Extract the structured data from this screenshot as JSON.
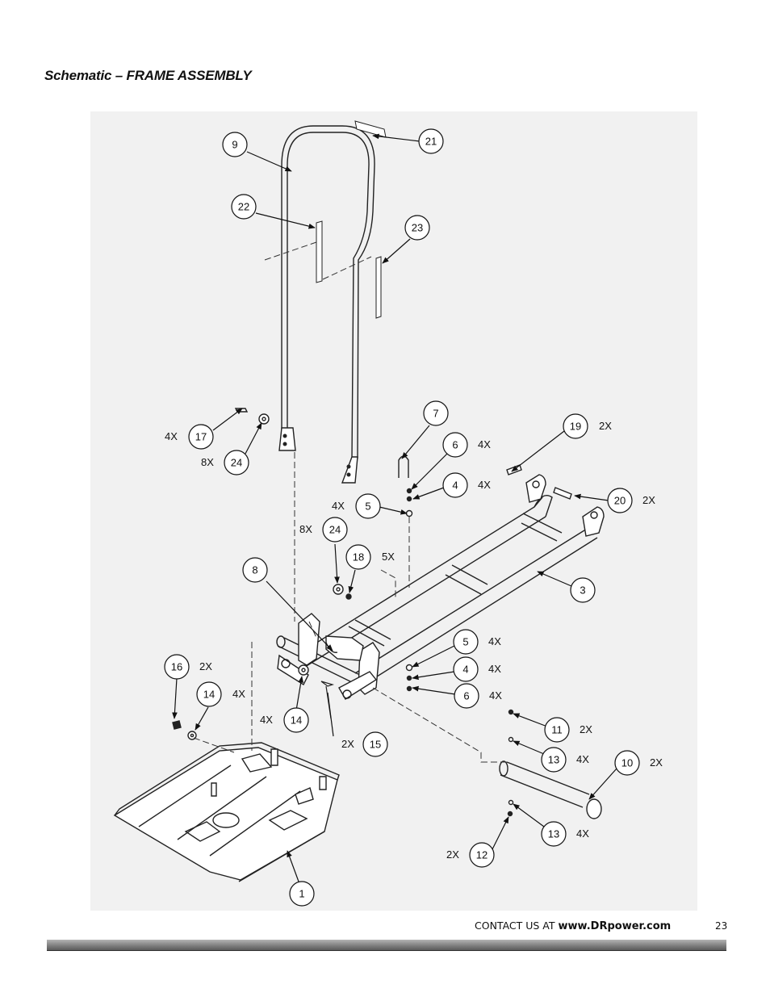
{
  "page": {
    "title": "Schematic – FRAME ASSEMBLY",
    "footer_contact_prefix": "CONTACT US AT",
    "footer_url": "www.DRpower.com",
    "page_number": "23"
  },
  "callouts": [
    {
      "num": "9"
    },
    {
      "num": "21"
    },
    {
      "num": "22"
    },
    {
      "num": "23"
    },
    {
      "num": "7"
    },
    {
      "num": "19",
      "qty": "2X"
    },
    {
      "num": "6",
      "qty": "4X"
    },
    {
      "num": "4",
      "qty": "4X"
    },
    {
      "num": "5",
      "qty": "4X"
    },
    {
      "num": "20",
      "qty": "2X"
    },
    {
      "num": "17",
      "qty": "4X"
    },
    {
      "num": "24",
      "qty": "8X"
    },
    {
      "num": "24",
      "qty": "8X"
    },
    {
      "num": "18",
      "qty": "5X"
    },
    {
      "num": "8"
    },
    {
      "num": "3"
    },
    {
      "num": "5",
      "qty": "4X"
    },
    {
      "num": "4",
      "qty": "4X"
    },
    {
      "num": "6",
      "qty": "4X"
    },
    {
      "num": "16",
      "qty": "2X"
    },
    {
      "num": "14",
      "qty": "4X"
    },
    {
      "num": "14",
      "qty": "4X"
    },
    {
      "num": "15",
      "qty": "2X"
    },
    {
      "num": "11",
      "qty": "2X"
    },
    {
      "num": "13",
      "qty": "4X"
    },
    {
      "num": "10",
      "qty": "2X"
    },
    {
      "num": "13",
      "qty": "4X"
    },
    {
      "num": "12",
      "qty": "2X"
    },
    {
      "num": "1"
    }
  ]
}
